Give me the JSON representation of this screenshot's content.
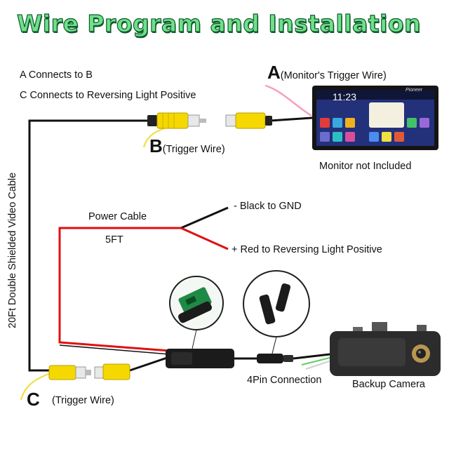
{
  "title": "Wire Program and Installation",
  "notes": {
    "line1": "A Connects to B",
    "line2": "C Connects to Reversing Light Positive"
  },
  "label_a": {
    "letter": "A",
    "text": "(Monitor's Trigger Wire)"
  },
  "label_b": {
    "letter": "B",
    "text": "(Trigger Wire)"
  },
  "label_c": {
    "letter": "C",
    "text": "(Trigger Wire)"
  },
  "monitor": {
    "caption": "Monitor not Included",
    "clock": "11:23",
    "brand": "Pioneer"
  },
  "video_cable": "20Ft Double Shielded Video Cable",
  "power": {
    "label": "Power Cable",
    "length": "5FT",
    "black": "- Black to GND",
    "red": "+ Red to Reversing Light Positive"
  },
  "connector": "4Pin Connection",
  "camera": "Backup Camera",
  "colors": {
    "title_fill": "#6fe08a",
    "title_outline": "#0f5a2c",
    "rca_yellow": "#f5d800",
    "wire_red": "#e01010",
    "wire_black": "#111111",
    "trigger_wire": "#f0e040",
    "monitor_trigger": "#f5a0b8"
  }
}
